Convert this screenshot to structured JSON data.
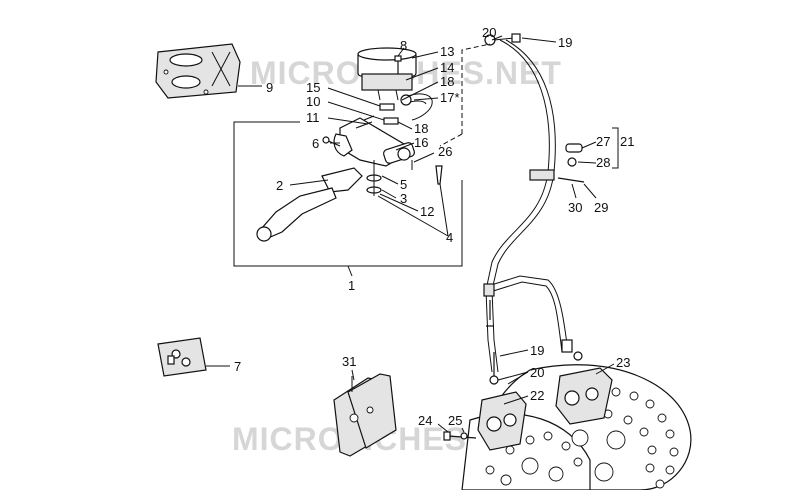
{
  "watermark": "MICROFICHES.NET",
  "callouts": {
    "c1": "1",
    "c2": "2",
    "c3": "3",
    "c4": "4",
    "c5": "5",
    "c6": "6",
    "c7": "7",
    "c8": "8",
    "c9": "9",
    "c10": "10",
    "c11": "11",
    "c12": "12",
    "c13": "13",
    "c14": "14",
    "c15": "15",
    "c16": "16",
    "c17": "17*",
    "c18a": "18",
    "c18b": "18",
    "c19a": "19",
    "c19b": "19",
    "c20a": "20",
    "c20b": "20",
    "c21": "21",
    "c22": "22",
    "c23": "23",
    "c24": "24",
    "c25": "25",
    "c26": "26",
    "c27": "27",
    "c28": "28",
    "c29": "29",
    "c30": "30",
    "c31": "31"
  }
}
